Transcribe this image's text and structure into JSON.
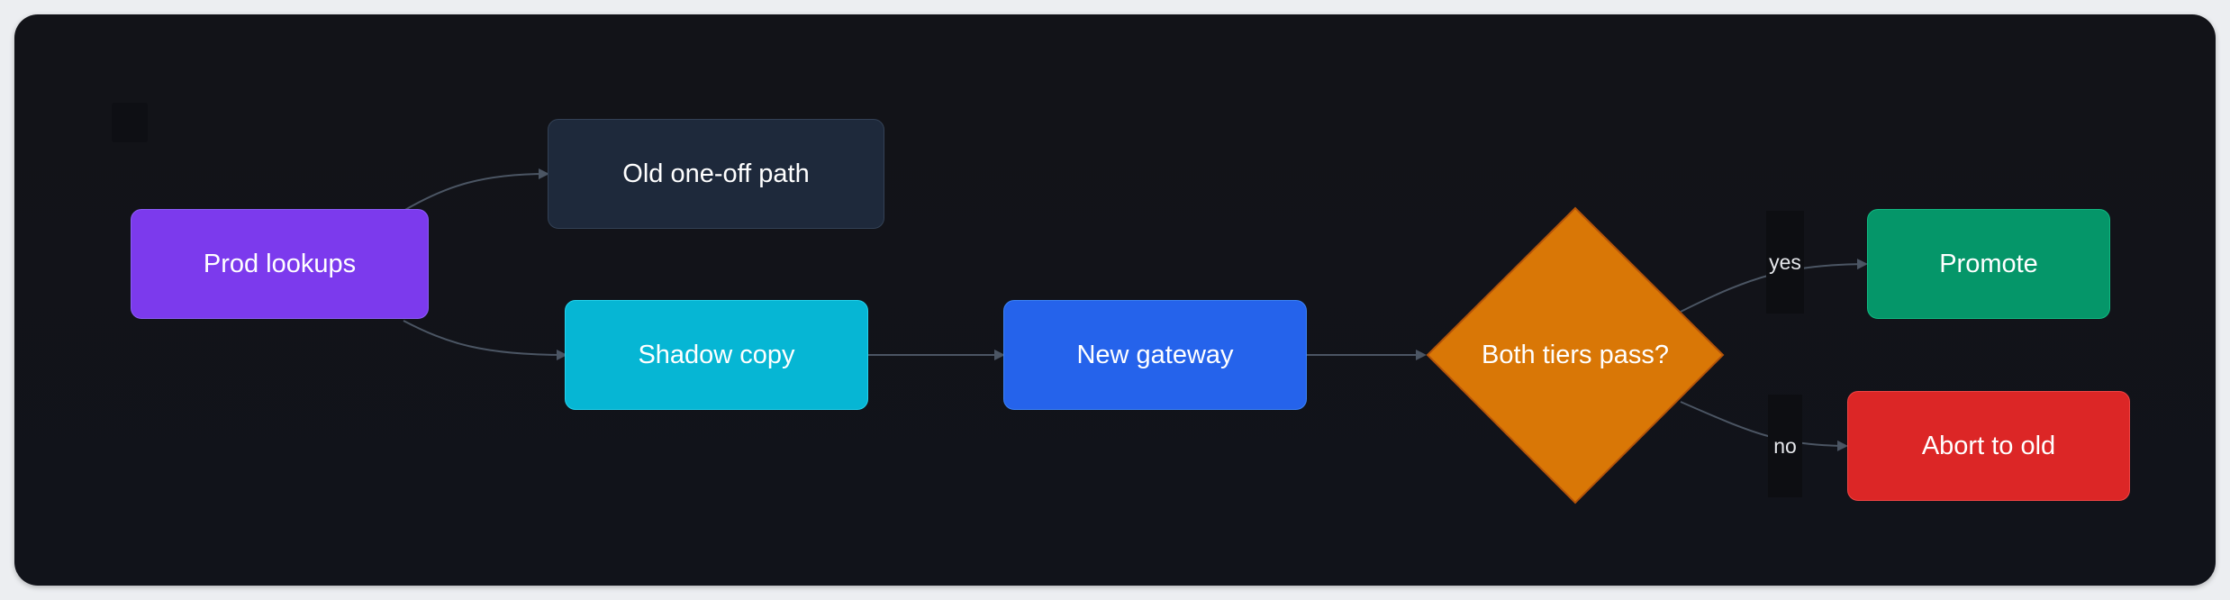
{
  "colors": {
    "purple": "#7c3aed",
    "slate": "#1e293b",
    "cyan": "#06b6d4",
    "blue": "#2563eb",
    "amber": "#d97706",
    "green": "#059669",
    "red": "#dc2626",
    "edge": "#4b5563"
  },
  "nodes": {
    "prod_lookups": "Prod lookups",
    "old_path": "Old one-off path",
    "shadow_copy": "Shadow copy",
    "new_gateway": "New gateway",
    "decision": "Both tiers pass?",
    "promote": "Promote",
    "abort": "Abort to old"
  },
  "edge_labels": {
    "yes": "yes",
    "no": "no"
  }
}
